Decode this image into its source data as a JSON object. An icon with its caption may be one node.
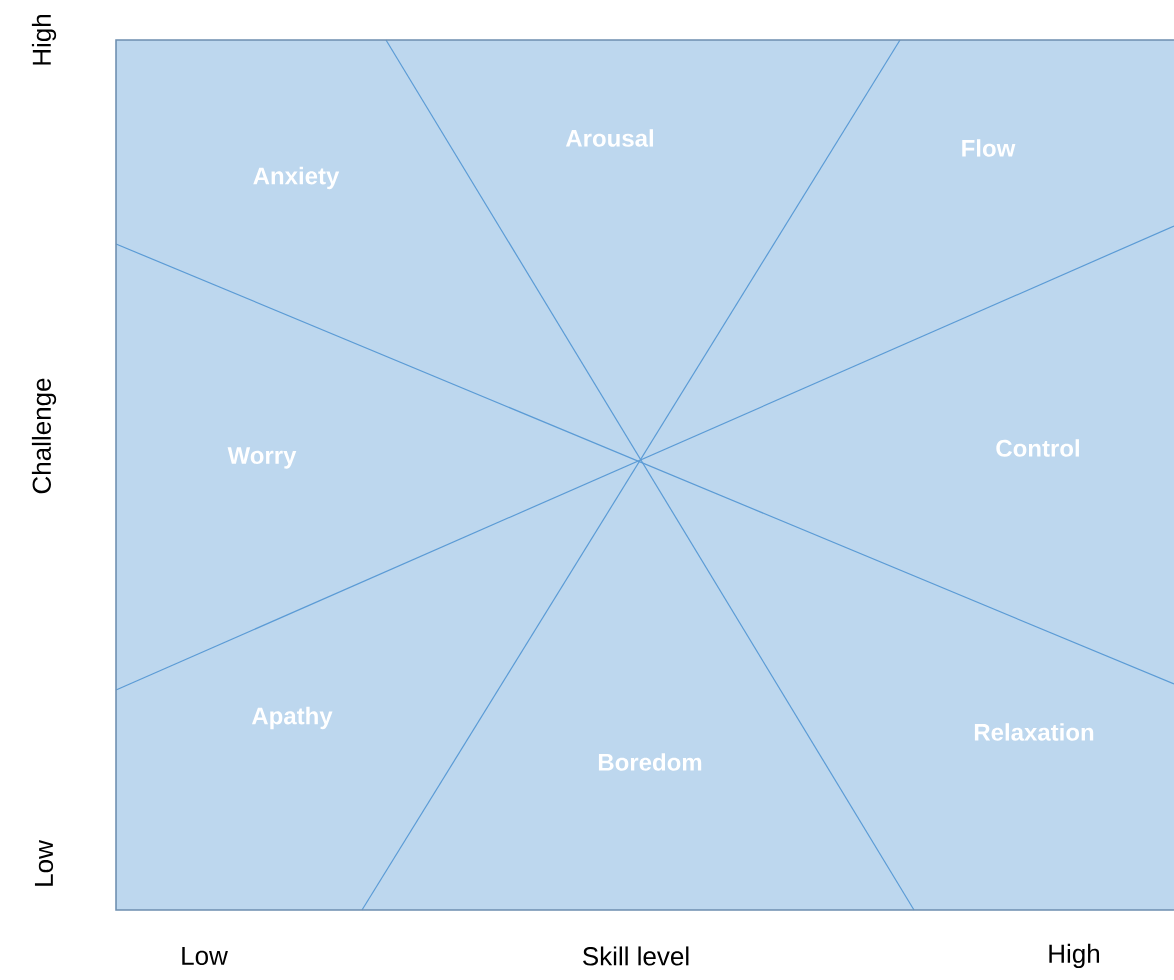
{
  "diagram": {
    "labels": [
      "High",
      "Anxiety",
      "Arousal",
      "Flow",
      "Challenge",
      "Worry",
      "Control",
      "Apathy",
      "Relaxation",
      "Boredom",
      "Low",
      "Low",
      "Skill level",
      "High"
    ]
  }
}
